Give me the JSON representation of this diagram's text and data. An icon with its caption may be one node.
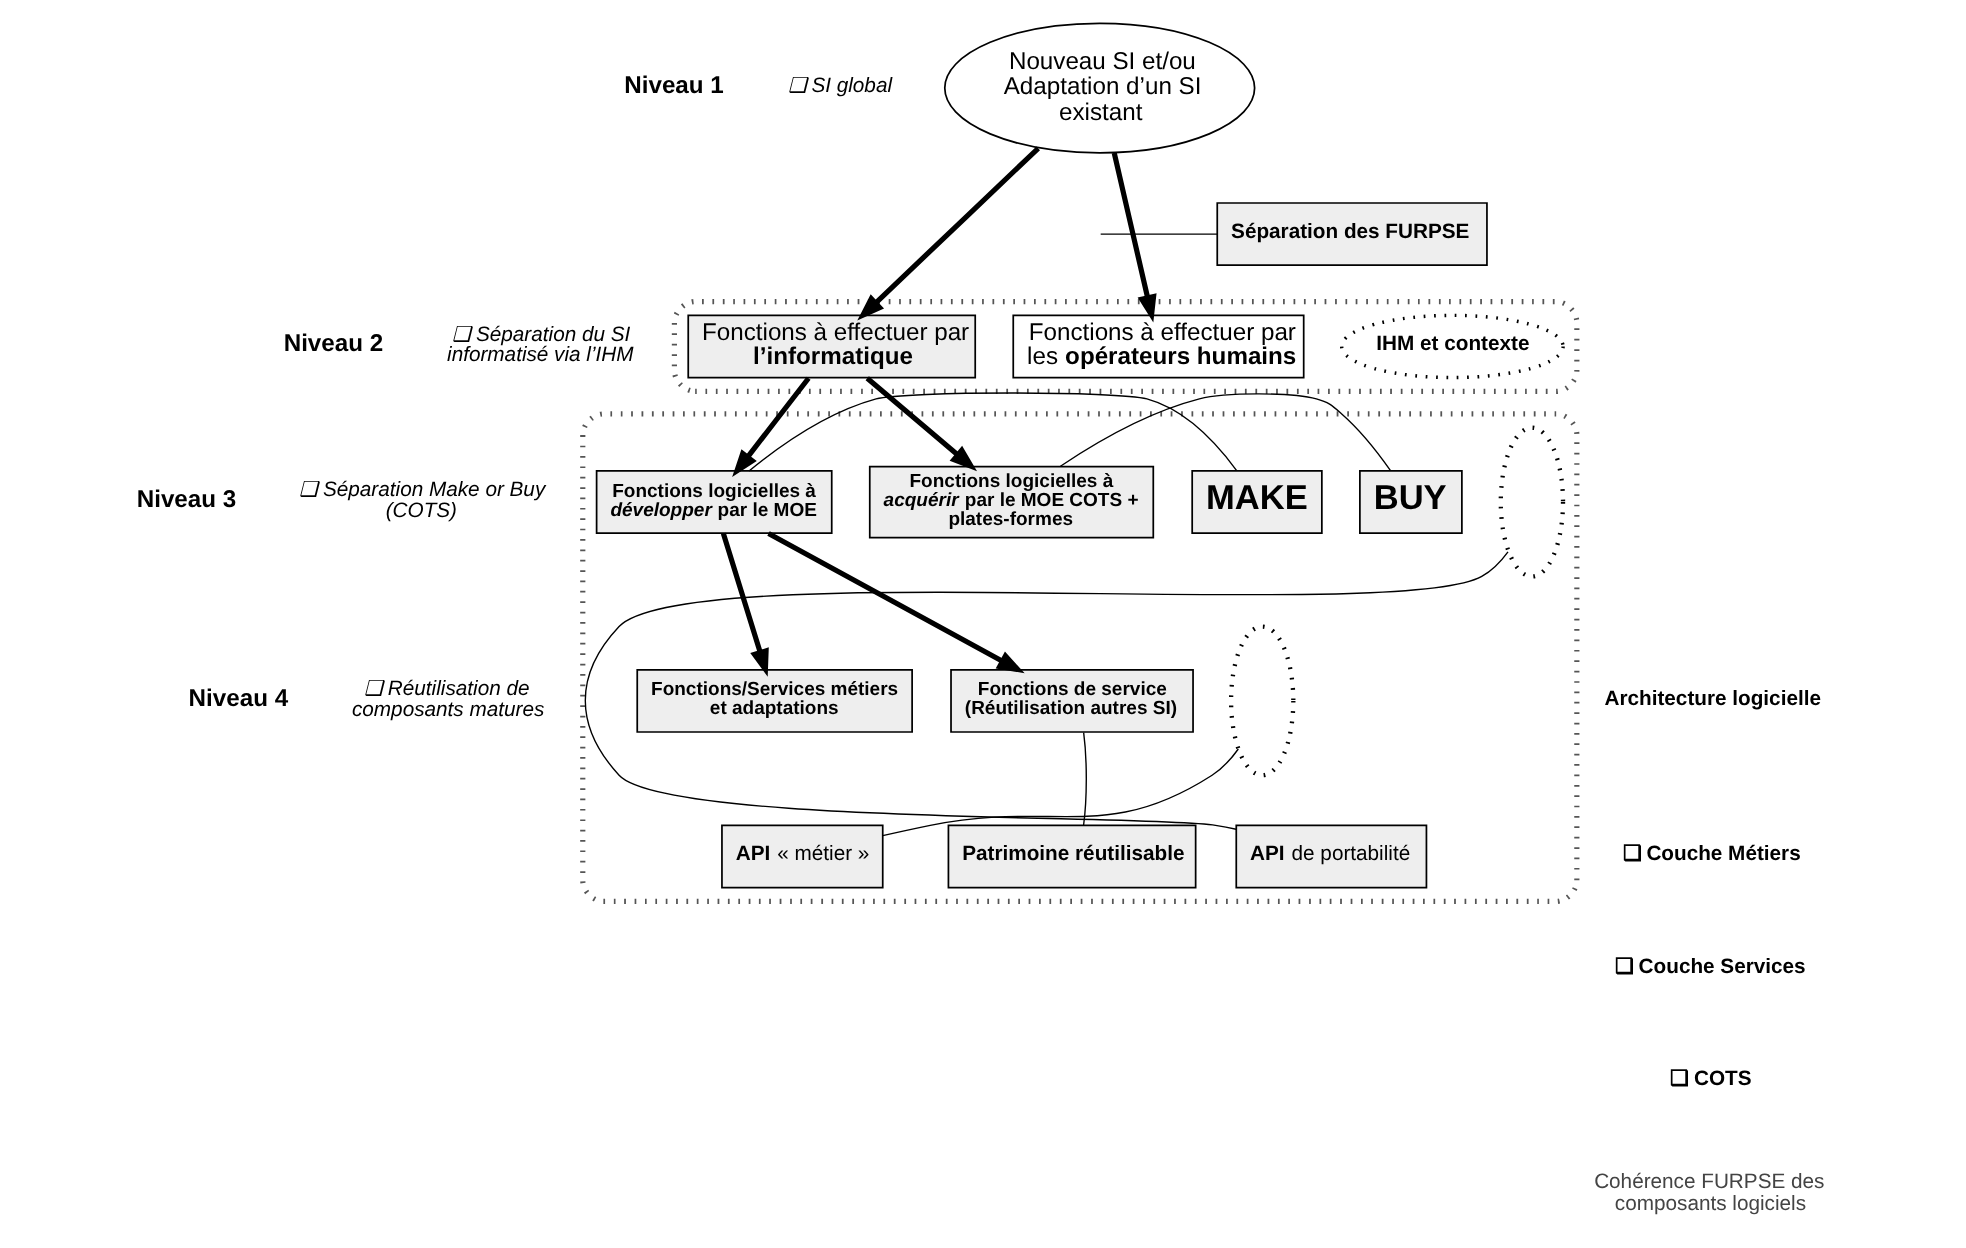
{
  "diagram": {
    "nodes": [
      {
        "text": [
          "Nouveau SI et/ou Adaptation d’un SI existant"
        ]
      },
      {
        "text": [
          "Séparation des FURPSE"
        ]
      },
      {
        "text": [],
        "shape": "box"
      },
      {
        "text": [
          "Fonctions à effectuer par les **opérateurs humains**"
        ],
        "in": 2
      },
      {
        "text": [
          "IHM et contexte"
        ],
        "in": 2
      },
      {
        "text": [
          "Fonctions à effectuer par **l’informatique**"
        ],
        "in": 2
      },
      {
        "text": [],
        "shape": "box"
      },
      {
        "text": [
          "Fonctions logicielles à *développer* par le MOE"
        ],
        "in": 6
      },
      {
        "text": [
          "MAKE"
        ],
        "in": 6
      },
      {
        "text": [
          "BUY"
        ],
        "in": 6
      },
      {
        "text": [
          "Fonctions logicielles à *acquérir* par le MOE COTS + plates-formes"
        ],
        "in": 6
      },
      {
        "text": [],
        "shape": "circle",
        "in": 6
      },
      {
        "text": [
          "**API** de portabilité"
        ],
        "in": 6
      },
      {
        "text": [
          "Fonctions/Services métiers et adaptations"
        ],
        "in": 6
      },
      {
        "text": [
          "Fonctions de service (Réutilisation autres SI)"
        ],
        "in": 6
      },
      {
        "text": [],
        "shape": "circle",
        "in": 6
      },
      {
        "text": [
          "**API** « métier »"
        ],
        "in": 6
      },
      {
        "text": [
          "Patrimoine réutilisable"
        ],
        "in": 6
      }
    ],
    "edges": [
      {
        "from": 0,
        "to": 3,
        "arrow": "to",
        "style": "thick"
      },
      {
        "from": 0,
        "to": 5,
        "arrow": "to",
        "style": "thick"
      },
      {
        "from": 1,
        "to": null,
        "arrow": "none"
      },
      {
        "from": 5,
        "to": 7,
        "arrow": "to",
        "style": "thick"
      },
      {
        "from": 5,
        "to": 10,
        "arrow": "to",
        "style": "thick"
      },
      {
        "from": 8,
        "to": 7,
        "arrow": "none"
      },
      {
        "from": 9,
        "to": 10,
        "arrow": "none"
      },
      {
        "from": 12,
        "to": 15,
        "arrow": "none"
      },
      {
        "from": 7,
        "to": 13,
        "arrow": "to",
        "style": "thick"
      },
      {
        "from": 7,
        "to": 14,
        "arrow": "to",
        "style": "thick"
      },
      {
        "from": 16,
        "to": 11,
        "arrow": "none"
      },
      {
        "from": 17,
        "to": 14,
        "arrow": "none"
      }
    ],
    "labels": [
      "Niveau 1",
      "❑ SI global",
      "Niveau 2",
      "❑ Séparation du SI informatisé via l’IHM",
      "Niveau 3",
      "❑ Séparation Make or Buy (COTS)",
      "Niveau 4",
      "❑ Réutilisation de composants matures",
      "Architecture logicielle",
      "❑ Couche Métiers",
      "❑ Couche Services",
      "❑ COTS",
      "Cohérence FURPSE des composants logiciels"
    ]
  }
}
